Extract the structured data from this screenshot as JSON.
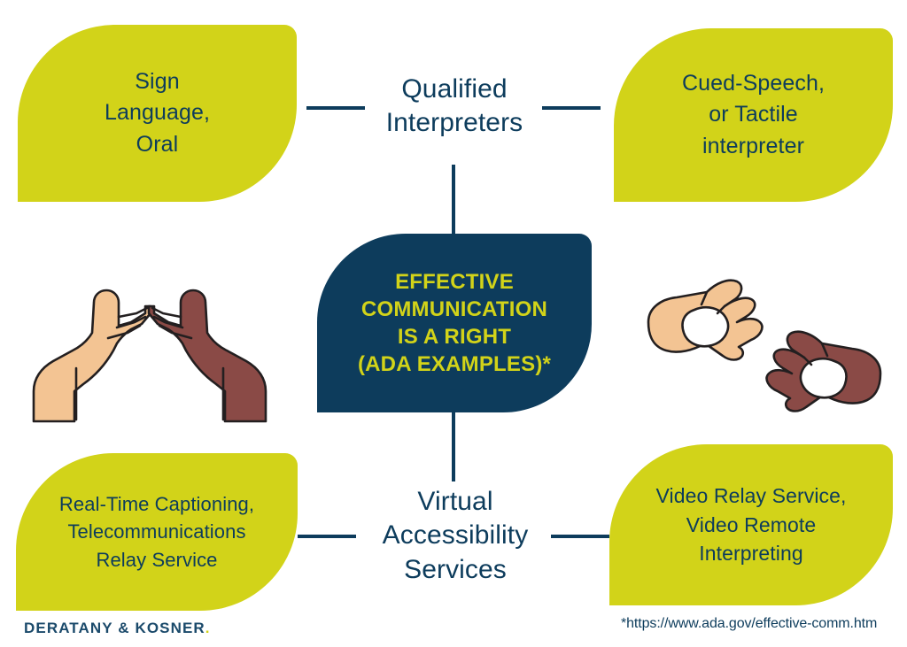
{
  "theme": {
    "yellow": "#d2d319",
    "navy": "#0d3c5c",
    "background": "#ffffff",
    "skin_light": "#f3c493",
    "skin_dark": "#8a4a46",
    "outline": "#231f20"
  },
  "center": {
    "line1": "EFFECTIVE",
    "line2": "COMMUNICATION",
    "line3": "IS A RIGHT",
    "line4": "(ADA EXAMPLES)*"
  },
  "branches": [
    {
      "id": "qualified-interpreters",
      "line1": "Qualified",
      "line2": "Interpreters"
    },
    {
      "id": "virtual-accessibility-services",
      "line1": "Virtual",
      "line2": "Accessibility",
      "line3": "Services"
    }
  ],
  "cards": {
    "top_left": {
      "id": "sign-language-oral",
      "line1": "Sign",
      "line2": "Language,",
      "line3": "Oral"
    },
    "top_right": {
      "id": "cued-speech-tactile-interpreter",
      "line1": "Cued-Speech,",
      "line2": "or Tactile",
      "line3": "interpreter"
    },
    "bottom_left": {
      "id": "real-time-captioning-trs",
      "line1": "Real-Time Captioning,",
      "line2": "Telecommunications",
      "line3": "Relay Service"
    },
    "bottom_right": {
      "id": "video-relay-video-remote",
      "line1": "Video Relay Service,",
      "line2": "Video Remote",
      "line3": "Interpreting"
    }
  },
  "illustrations": {
    "left": "two-hands-fingertips-touching-icon",
    "right": "two-hands-ok-sign-icon"
  },
  "footnote": {
    "text": "*https://www.ada.gov/effective-comm.htm"
  },
  "brand": {
    "name": "DERATANY & KOSNER",
    "dot": "."
  }
}
